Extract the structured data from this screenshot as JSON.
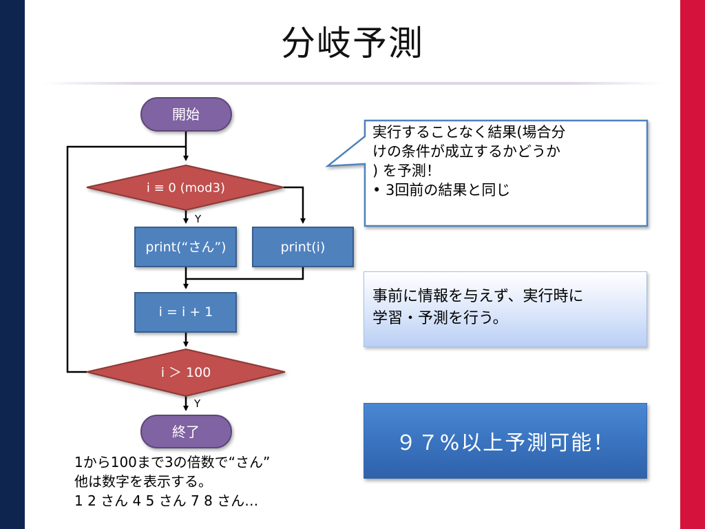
{
  "slide": {
    "title": "分岐予測"
  },
  "flowchart": {
    "start_label": "開始",
    "condition1_label": "i ≡ 0 (mod3)",
    "condition1_yes_label": "Y",
    "print_san_label": "print(“さん”)",
    "print_i_label": "print(i)",
    "increment_label": "i = i + 1",
    "condition2_label": "i ＞ 100",
    "condition2_yes_label": "Y",
    "end_label": "終了",
    "colors": {
      "terminal_fill": "#8064a2",
      "decision_fill": "#c0504d",
      "process_fill": "#4f81bd",
      "arrow": "#000000"
    }
  },
  "caption": {
    "lines": [
      "1から100まで3の倍数で“さん”",
      "他は数字を表示する。",
      " 1 2 さん 4 5 さん 7 8 さん…"
    ]
  },
  "callout": {
    "lines": [
      "実行することなく結果(場合分",
      "けの条件が成立するかどうか",
      ")  を予測！",
      "•   3回前の結果と同じ"
    ],
    "border_color": "#4f81bd"
  },
  "info_box": {
    "lines": [
      "事前に情報を与えず、実行時に",
      "学習・予測を行う。"
    ]
  },
  "result_box": {
    "text": "９７%以上予測可能！"
  }
}
